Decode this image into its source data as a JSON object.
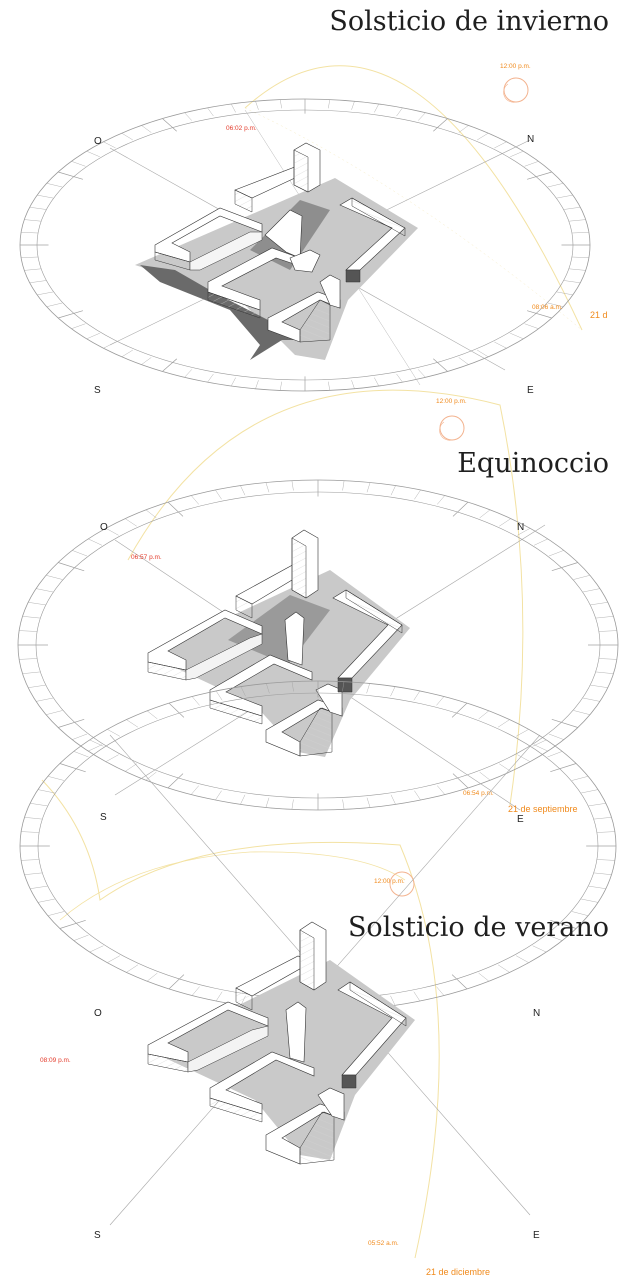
{
  "colors": {
    "sun_path": "#f3e2a3",
    "sun_disc": "#f3b38f",
    "time_red": "#e33a2a",
    "time_orange": "#f08a1c",
    "dial": "#9a9a9a",
    "site": "#c9c9c9",
    "shadow": "#7a7a7a",
    "building": "#ffffff"
  },
  "panels": [
    {
      "title": "Solsticio de invierno",
      "cardinals": {
        "west": "O",
        "north": "N",
        "south": "S",
        "east": "E"
      },
      "noon_label": "12:00 p.m.",
      "sunset_label": "06:02 p.m.",
      "sunrise_label": "08:06 a.m.",
      "date_label": "21 d"
    },
    {
      "title": "Equinoccio",
      "cardinals": {
        "west": "O",
        "north": "N",
        "south": "S",
        "east": "E"
      },
      "noon_label": "12:00 p.m.",
      "sunset_label": "06:57 p.m.",
      "sunrise_label": "06:54 p.m.",
      "date_label": "21 de septiembre"
    },
    {
      "title": "Solsticio de verano",
      "cardinals": {
        "west": "O",
        "north": "N",
        "south": "S",
        "east": "E"
      },
      "noon_label": "12:00 p.m.",
      "sunset_label": "08:09 p.m.",
      "sunrise_label": "05:52 a.m.",
      "date_label": "21 de diciembre"
    }
  ]
}
